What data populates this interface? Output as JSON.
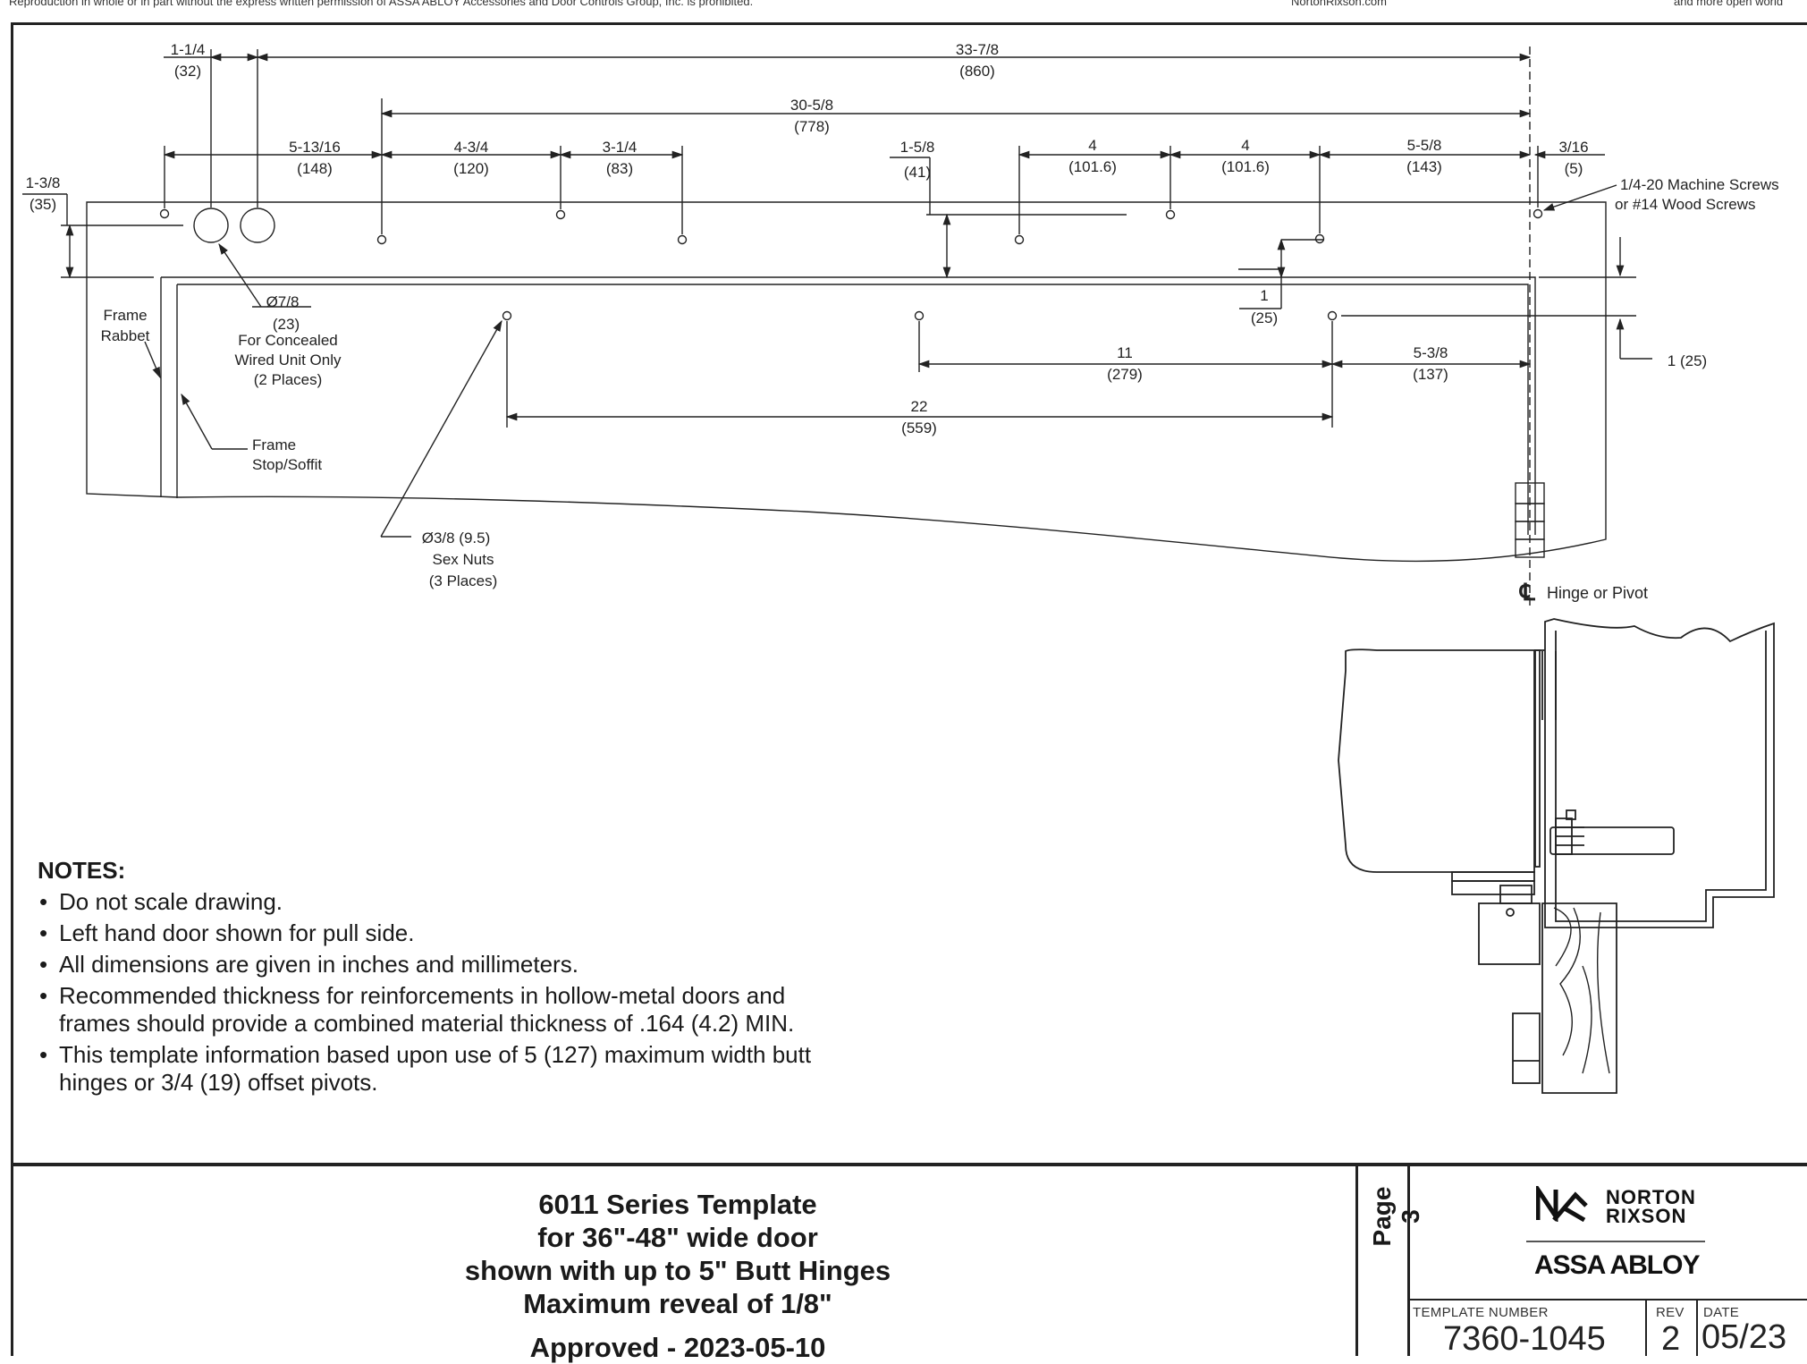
{
  "header": {
    "legal": "Reproduction in whole or in part without the express written permission of ASSA ABLOY Accessories and Door Controls Group, Inc. is prohibited.",
    "website": "NortonRixson.com",
    "tagline": "and more open world"
  },
  "dimensions": {
    "d1": {
      "frac": "1-1/4",
      "mm": "(32)"
    },
    "d2": {
      "frac": "33-7/8",
      "mm": "(860)"
    },
    "d3": {
      "frac": "30-5/8",
      "mm": "(778)"
    },
    "d4": {
      "frac": "5-13/16",
      "mm": "(148)"
    },
    "d5": {
      "frac": "4-3/4",
      "mm": "(120)"
    },
    "d6": {
      "frac": "3-1/4",
      "mm": "(83)"
    },
    "d7": {
      "frac": "1-5/8",
      "mm": "(41)"
    },
    "d8": {
      "frac": "4",
      "mm": "(101.6)"
    },
    "d9": {
      "frac": "4",
      "mm": "(101.6)"
    },
    "d10": {
      "frac": "5-5/8",
      "mm": "(143)"
    },
    "d11": {
      "frac": "3/16",
      "mm": "(5)"
    },
    "d12": {
      "frac": "1-3/8",
      "mm": "(35)"
    },
    "d13": {
      "frac": "1",
      "mm": "(25)"
    },
    "d14": {
      "frac": "11",
      "mm": "(279)"
    },
    "d15": {
      "frac": "5-3/8",
      "mm": "(137)"
    },
    "d16": {
      "frac": "22",
      "mm": "(559)"
    },
    "d17": {
      "text": "1 (25)"
    }
  },
  "callouts": {
    "screws_line1": "1/4-20 Machine Screws",
    "screws_line2": "or #14 Wood Screws",
    "hole_dia": "Ø7/8",
    "hole_mm": "(23)",
    "hole_note1": "For Concealed",
    "hole_note2": "Wired Unit Only",
    "hole_note3": "(2 Places)",
    "frame_rabbet1": "Frame",
    "frame_rabbet2": "Rabbet",
    "frame_stop1": "Frame",
    "frame_stop2": "Stop/Soffit",
    "nuts1": "Ø3/8 (9.5)",
    "nuts2": "Sex Nuts",
    "nuts3": "(3 Places)",
    "hinge_symbol": "℄",
    "hinge": "Hinge or Pivot"
  },
  "notes": {
    "heading": "NOTES:",
    "items": [
      "Do not scale drawing.",
      "Left hand door shown for pull side.",
      "All dimensions are given in inches and millimeters.",
      "Recommended thickness for reinforcements in hollow-metal doors and frames should provide a combined material thickness of .164 (4.2) MIN.",
      "This template information based upon use of 5 (127) maximum width butt hinges or 3/4 (19) offset pivots."
    ]
  },
  "title": {
    "line1": "6011 Series Template",
    "line2": "for 36\"-48\" wide door",
    "line3": "shown with up to 5\" Butt Hinges",
    "line4": "Maximum reveal of 1/8\"",
    "line5": "Approved - 2023-05-10"
  },
  "page": "Page 3",
  "logo": {
    "brand1": "NORTON",
    "brand2": "RIXSON",
    "parent": "ASSA ABLOY"
  },
  "info": {
    "template_label": "TEMPLATE NUMBER",
    "template_number": "7360-1045",
    "rev_label": "REV",
    "rev": "2",
    "date_label": "DATE",
    "date": "05/23"
  }
}
